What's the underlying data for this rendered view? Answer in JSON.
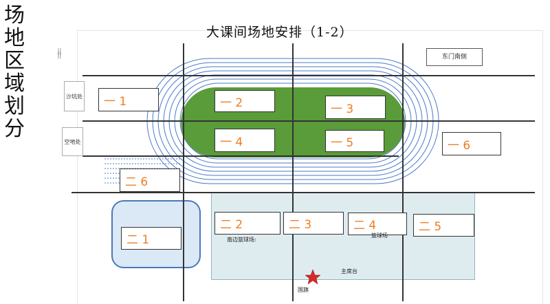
{
  "side_title": "场地区域划分",
  "title": "大课间场地安排（1-2）",
  "top_right_label": "东门南侧",
  "vertical_labels": {
    "sand_pit": "沙坑处",
    "left_small": "空地处"
  },
  "zones": [
    {
      "id": "1-1",
      "label": "一 1"
    },
    {
      "id": "1-2",
      "label": "一 2"
    },
    {
      "id": "1-3",
      "label": "一 3"
    },
    {
      "id": "1-4",
      "label": "一 4"
    },
    {
      "id": "1-5",
      "label": "一 5"
    },
    {
      "id": "1-6",
      "label": "一 6"
    },
    {
      "id": "2-1",
      "label": "二 1"
    },
    {
      "id": "2-2",
      "label": "二 2"
    },
    {
      "id": "2-3",
      "label": "二 3"
    },
    {
      "id": "2-4",
      "label": "二 4"
    },
    {
      "id": "2-5",
      "label": "二 5"
    },
    {
      "id": "2-6",
      "label": "二 6"
    }
  ],
  "court_labels": {
    "south_court": "南边篮球场:",
    "court_right": "篮球场",
    "stage": "主席台",
    "flag": "国旗"
  },
  "colors": {
    "field_green": "#5a9b3a",
    "track_blue": "#4a78c8",
    "zone_text": "#ee7d22",
    "court_fill": "#dfecef",
    "flag_star": "#d42a2a"
  }
}
